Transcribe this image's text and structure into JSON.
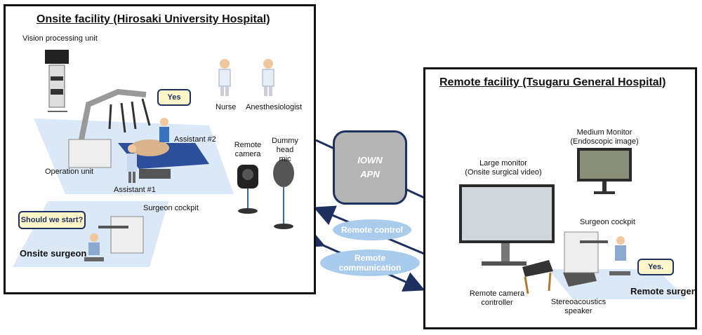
{
  "onsite": {
    "title": "Onsite facility (Hirosaki University Hospital)",
    "labels": {
      "vision_unit": "Vision processing unit",
      "nurse": "Nurse",
      "anesthesiologist": "Anesthesiologist",
      "assistant2": "Assistant #2",
      "remote_camera": "Remote camera",
      "dummy_head_mic": "Dummy head mic",
      "operation_unit": "Operation unit",
      "assistant1": "Assistant #1",
      "surgeon_cockpit": "Surgeon cockpit",
      "onsite_surgeon": "Onsite surgeon"
    },
    "bubbles": {
      "yes": "Yes",
      "should_we_start": "Should we start?"
    }
  },
  "network": {
    "iown_line1": "IOWN",
    "iown_line2": "APN",
    "remote_control": "Remote control",
    "remote_communication": "Remote communication"
  },
  "remote": {
    "title": "Remote facility (Tsugaru General Hospital)",
    "labels": {
      "medium_monitor": "Medium Monitor",
      "endoscopic_image": "(Endoscopic image)",
      "large_monitor": "Large monitor",
      "onsite_surgical_video": "(Onsite surgical video)",
      "surgeon_cockpit": "Surgeon cockpit",
      "remote_camera_controller": "Remote camera controller",
      "stereoacoustics_speaker": "Stereoacoustics speaker",
      "remote_surgeon": "Remote surgen"
    },
    "bubbles": {
      "yes": "Yes."
    }
  },
  "colors": {
    "arrow": "#1e3060",
    "floor": "#dbe8f8",
    "bubble_fill": "#fdf6c8",
    "ellipse": "#a9ccec",
    "iown_fill": "#b5b5b5"
  }
}
